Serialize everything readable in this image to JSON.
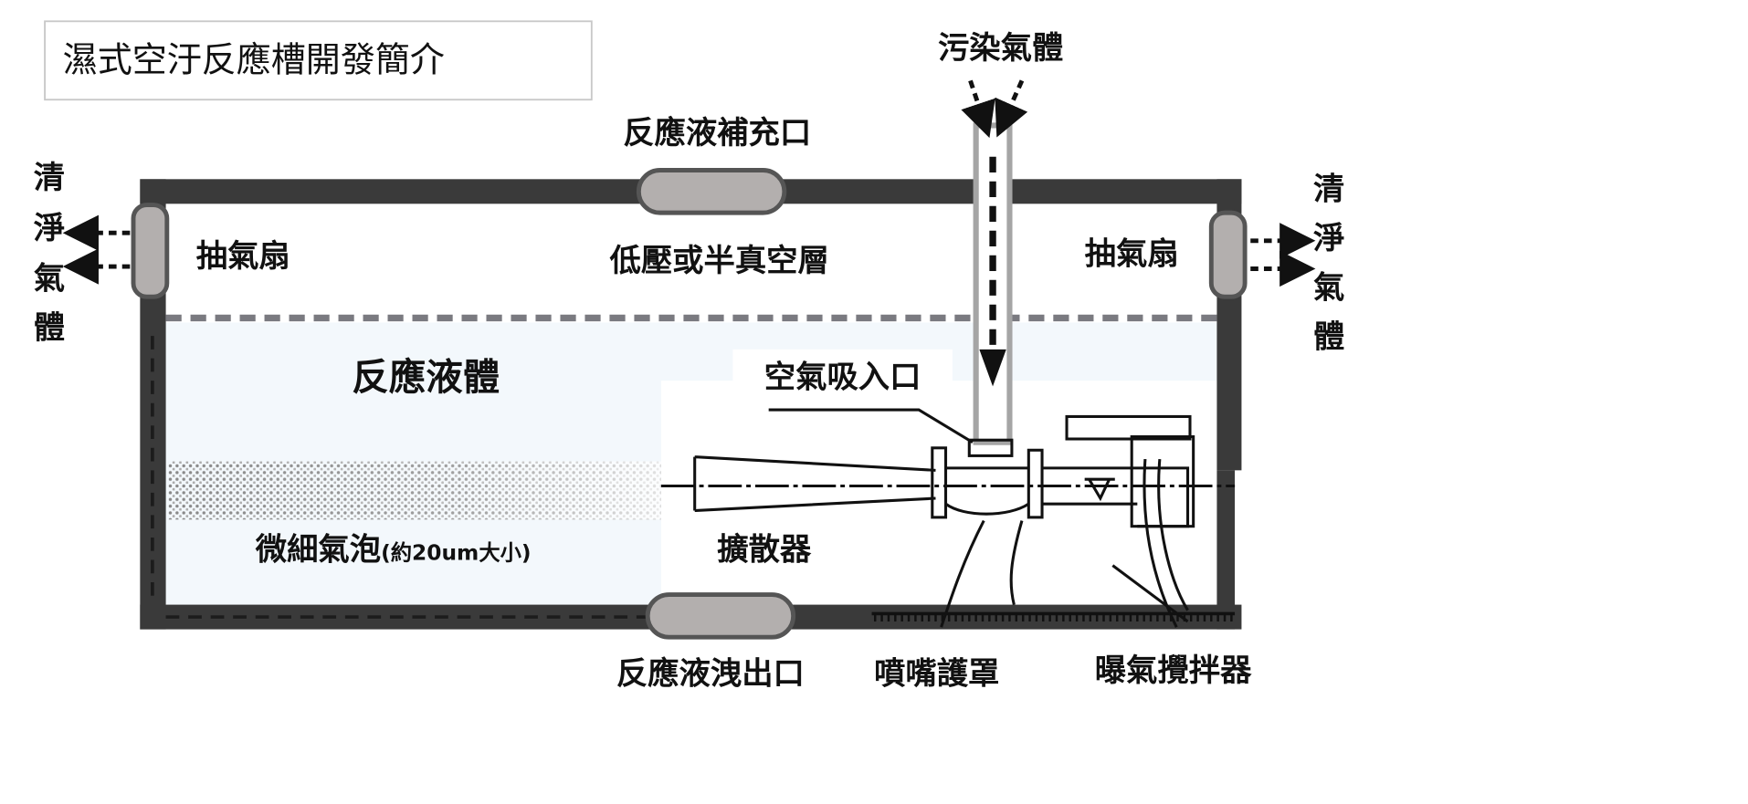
{
  "title": "濕式空汙反應槽開發簡介",
  "labels": {
    "polluted_gas": "污染氣體",
    "refill_port": "反應液補充口",
    "fan_left": "抽氣扇",
    "fan_right": "抽氣扇",
    "low_pressure_layer": "低壓或半真空層",
    "clean_gas_left": [
      "清",
      "淨",
      "氣",
      "體"
    ],
    "clean_gas_right": [
      "清",
      "淨",
      "氣",
      "體"
    ],
    "reaction_liquid": "反應液體",
    "air_inlet": "空氣吸入口",
    "micro_bubbles": "微細氣泡",
    "bubble_size": "(約20um大小)",
    "diffuser": "擴散器",
    "drain_port": "反應液洩出口",
    "nozzle_shield": "噴嘴護罩",
    "aeration_mixer": "曝氣攪拌器"
  },
  "colors": {
    "wall": "#3a3a3a",
    "port_fill": "#b3afae",
    "liquid": "#f3f8fc",
    "dashed_level": "#7a7a80"
  }
}
